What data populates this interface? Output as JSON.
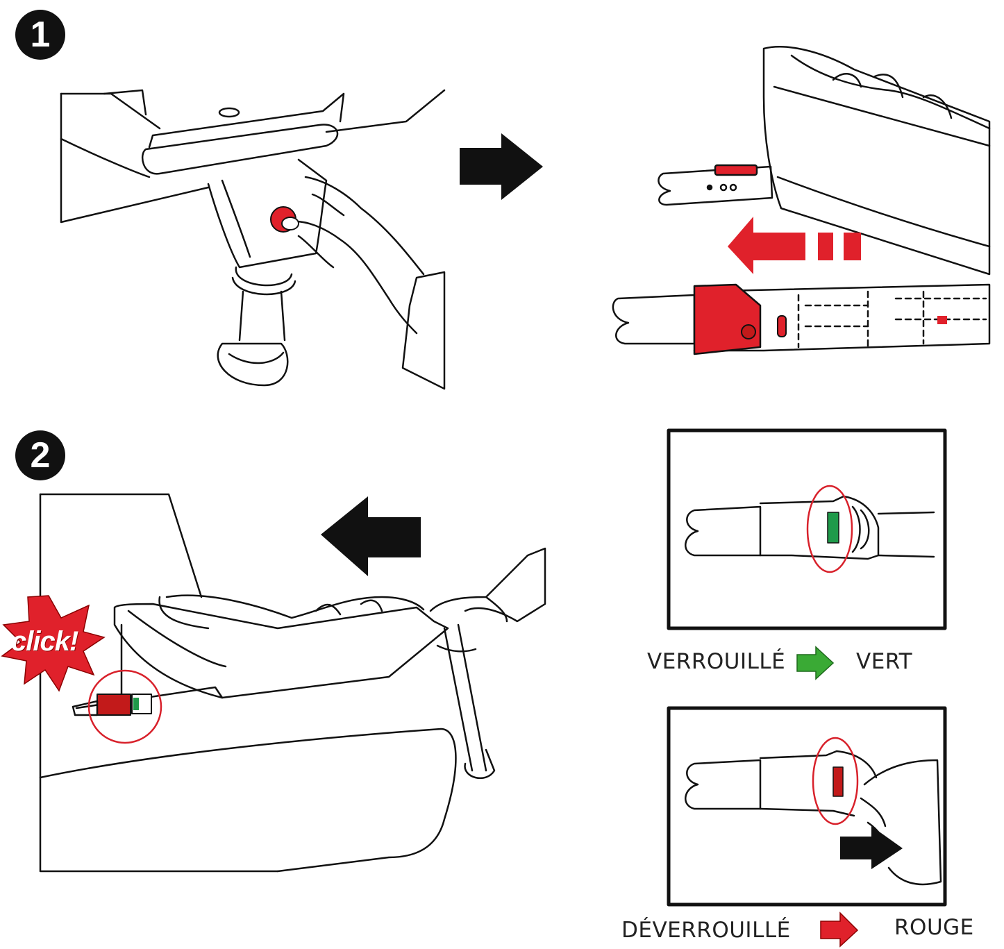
{
  "steps": [
    {
      "number": "1"
    },
    {
      "number": "2"
    }
  ],
  "click_label": "click!",
  "states": [
    {
      "state": "VERROUILLÉ",
      "color_label": "VERT",
      "arrow_color": "#3aaa35"
    },
    {
      "state": "DÉVERROUILLÉ",
      "color_label": "ROUGE",
      "arrow_color": "#e0212b"
    }
  ],
  "colors": {
    "line": "#111111",
    "accent_red": "#e0212b",
    "indicator_green": "#1f9a4a",
    "indicator_red": "#c21a1a",
    "circle_highlight": "#d8212b"
  },
  "icons": [
    "black-arrow-right-icon",
    "red-arrow-left-icon",
    "black-arrow-left-icon",
    "click-burst-icon",
    "green-arrow-icon",
    "red-arrow-icon"
  ]
}
